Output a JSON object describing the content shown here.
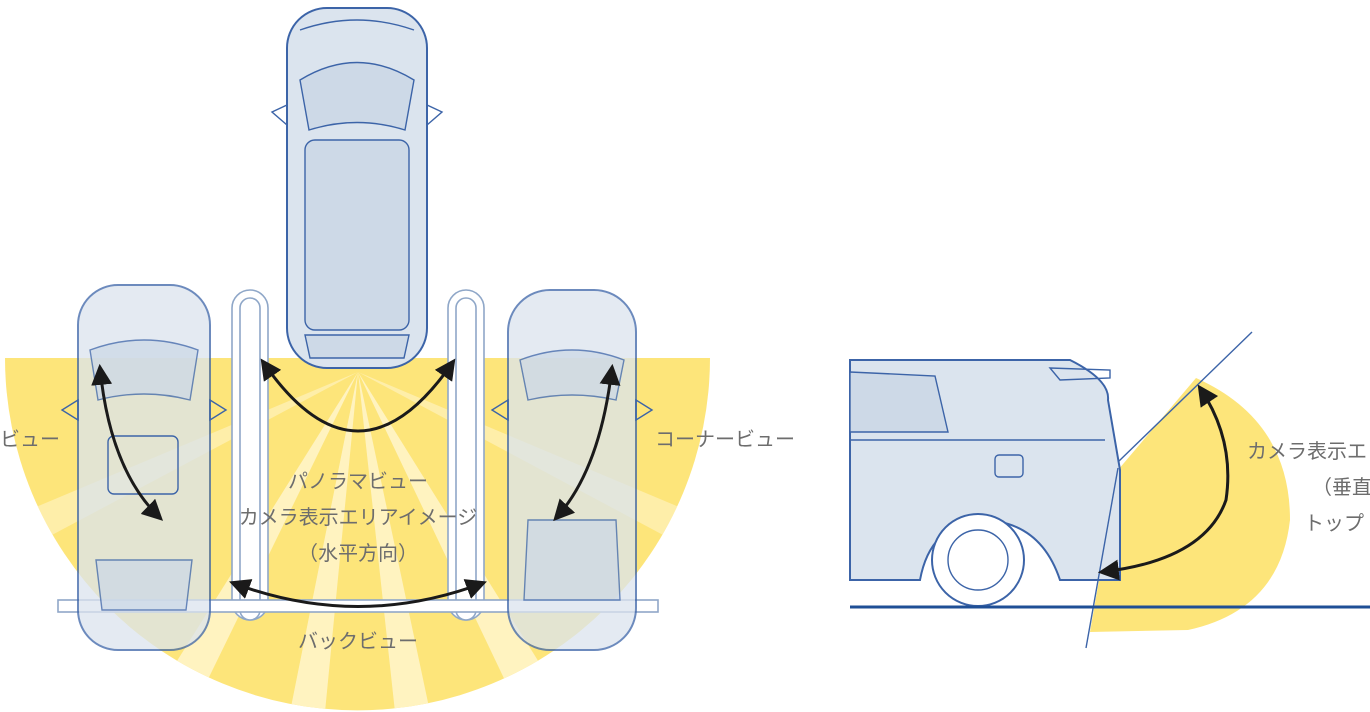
{
  "labels": {
    "corner_left": "ビュー",
    "corner_right": "コーナービュー",
    "panorama_1": "パノラマビュー",
    "panorama_2": "カメラ表示エリアイメージ",
    "panorama_3": "（水平方向）",
    "back": "バックビュー",
    "side_1": "カメラ表示エ",
    "side_2": "（垂直",
    "side_3": "トップ"
  },
  "colors": {
    "camera_area": "#fde57a",
    "camera_area_light": "#fff4c8",
    "car_outline": "#3c64a8",
    "car_fill": "#dbe4ee",
    "arrow": "#1a1a1a",
    "ground_line": "#1f4f96",
    "label_text": "#6d6d6d"
  }
}
